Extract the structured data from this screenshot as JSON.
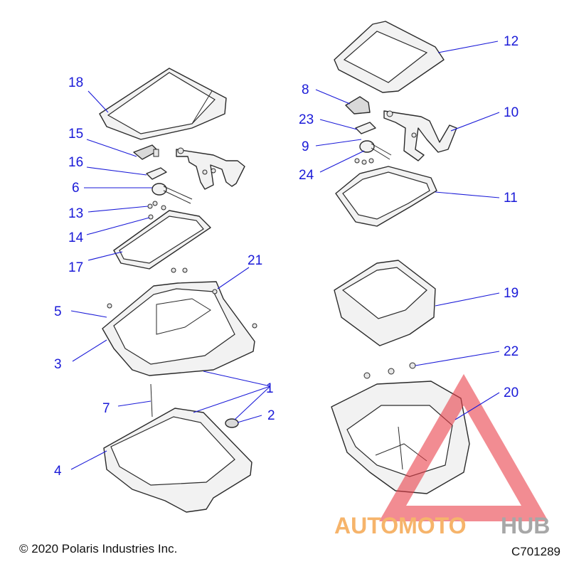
{
  "callouts": {
    "c1": "1",
    "c2": "2",
    "c3": "3",
    "c4": "4",
    "c5": "5",
    "c6": "6",
    "c7": "7",
    "c8": "8",
    "c9": "9",
    "c10": "10",
    "c11": "11",
    "c12": "12",
    "c13": "13",
    "c14": "14",
    "c15": "15",
    "c16": "16",
    "c17": "17",
    "c18": "18",
    "c19": "19",
    "c20": "20",
    "c21": "21",
    "c22": "22",
    "c23": "23",
    "c24": "24"
  },
  "footer": {
    "copyright": "© 2020 Polaris Industries Inc.",
    "diagram_code": "C701289"
  },
  "watermark": {
    "text_orange": "AUTOMOTO",
    "text_gray": "HUB"
  },
  "colors": {
    "callout": "#1a1ad8",
    "watermark_red": "#e8404a",
    "watermark_orange": "#f39c3a",
    "watermark_gray": "#8a8a8a"
  }
}
